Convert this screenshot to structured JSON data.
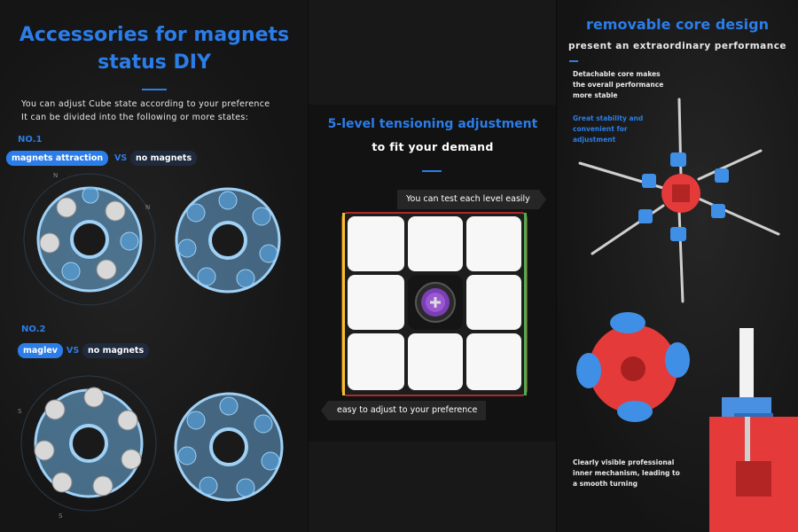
{
  "left_panel": {
    "title_line1": "Accessories for magnets",
    "title_line2": "status DIY",
    "description_line1": "You can adjust Cube state according to your preference",
    "description_line2": "It can be divided into the following or more states:",
    "state1": {
      "number": "NO.1",
      "option_a": "magnets attraction",
      "vs": "VS",
      "option_b": "no magnets"
    },
    "state2": {
      "number": "NO.2",
      "option_a": "maglev",
      "vs": "VS",
      "option_b": "no magnets"
    },
    "pole_letters": {
      "n": "N",
      "s": "S"
    }
  },
  "middle_panel": {
    "title": "5-level tensioning adjustment",
    "subtitle": "to fit your demand",
    "tag_top": "You can test each level easily",
    "tag_bottom": "easy to adjust to your preference"
  },
  "right_panel": {
    "title": "removable core design",
    "subtitle": "present an extraordinary performance",
    "note1": [
      "Detachable core makes",
      "the overall performance",
      "more stable"
    ],
    "note2": [
      "Great stability and",
      "convenient for",
      "adjustment"
    ],
    "note3": [
      "Clearly visible professional",
      "inner mechanism, leading to",
      "a smooth turning"
    ]
  },
  "colors": {
    "accent_blue": "#2b7de9",
    "core_red": "#e43a3a",
    "cap_blue": "#3f8fe6",
    "disc_blue": "#5aa9e6"
  }
}
